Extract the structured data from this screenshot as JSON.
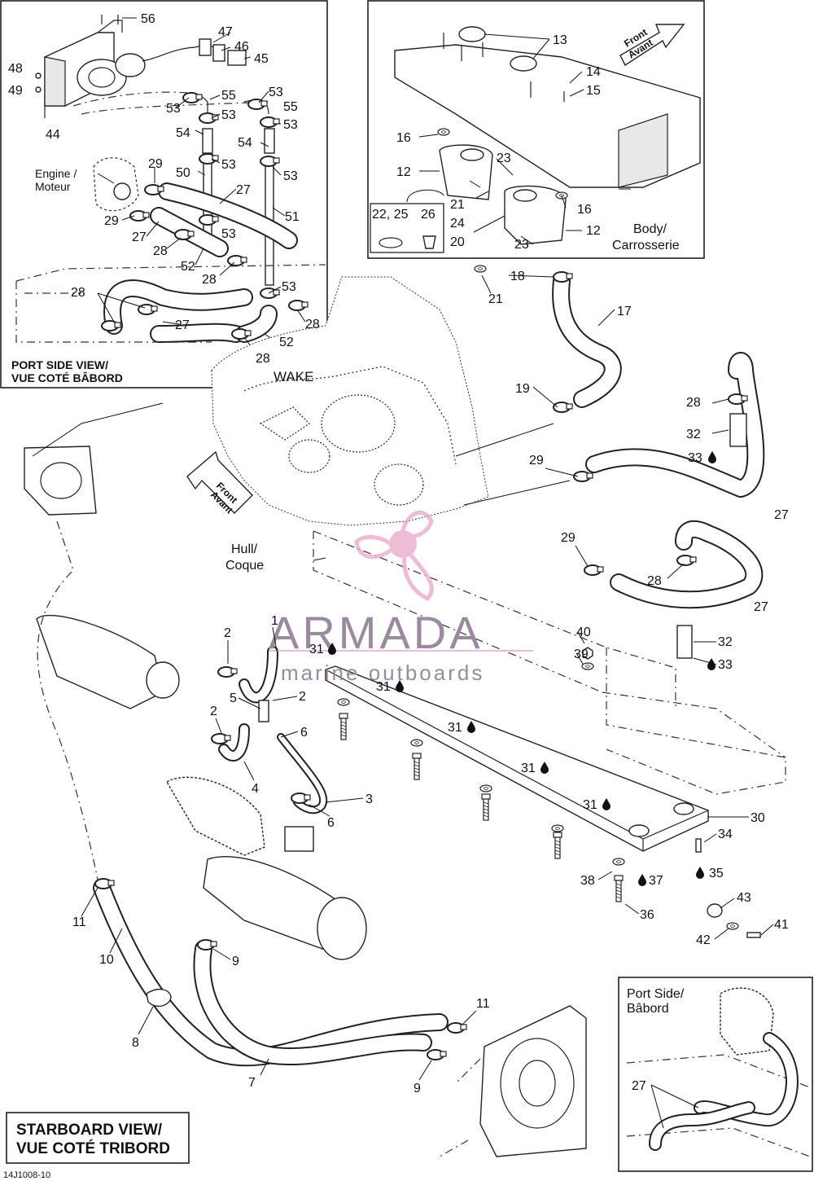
{
  "diagram": {
    "drawing_code": "14J1008-10",
    "watermark": {
      "brand": "ARMADA",
      "tagline": "marine outboards"
    },
    "inset_top_left": {
      "title_line1": "PORT SIDE VIEW/",
      "title_line2": "VUE COTÉ BÂBORD",
      "corner": "WAKE"
    },
    "inset_bottom_right": {
      "title_line1": "Port Side/",
      "title_line2": "Bâbord"
    },
    "bottom_left_box": {
      "line1": "STARBOARD VIEW/",
      "line2": "VUE COTÉ TRIBORD"
    },
    "text_labels": {
      "engine": "Engine /",
      "engine_fr": "Moteur",
      "body": "Body/",
      "body_fr": "Carrosserie",
      "hull": "Hull/",
      "hull_fr": "Coque",
      "front": "Front",
      "front_fr": "Avant"
    },
    "callouts": {
      "c1": "1",
      "c2": "2",
      "c3": "3",
      "c4": "4",
      "c5": "5",
      "c6": "6",
      "c7": "7",
      "c8": "8",
      "c9": "9",
      "c10": "10",
      "c11": "11",
      "c12": "12",
      "c13": "13",
      "c14": "14",
      "c15": "15",
      "c16": "16",
      "c17": "17",
      "c18": "18",
      "c19": "19",
      "c20": "20",
      "c21": "21",
      "c22_25": "22, 25",
      "c23": "23",
      "c24": "24",
      "c26": "26",
      "c27": "27",
      "c28": "28",
      "c29": "29",
      "c30": "30",
      "c31": "31",
      "c32": "32",
      "c33": "33",
      "c34": "34",
      "c35": "35",
      "c36": "36",
      "c37": "37",
      "c38": "38",
      "c39": "39",
      "c40": "40",
      "c41": "41",
      "c42": "42",
      "c43": "43",
      "c44": "44",
      "c45": "45",
      "c46": "46",
      "c47": "47",
      "c48": "48",
      "c49": "49",
      "c50": "50",
      "c51": "51",
      "c52": "52",
      "c53": "53",
      "c54": "54",
      "c55": "55",
      "c56": "56"
    }
  }
}
